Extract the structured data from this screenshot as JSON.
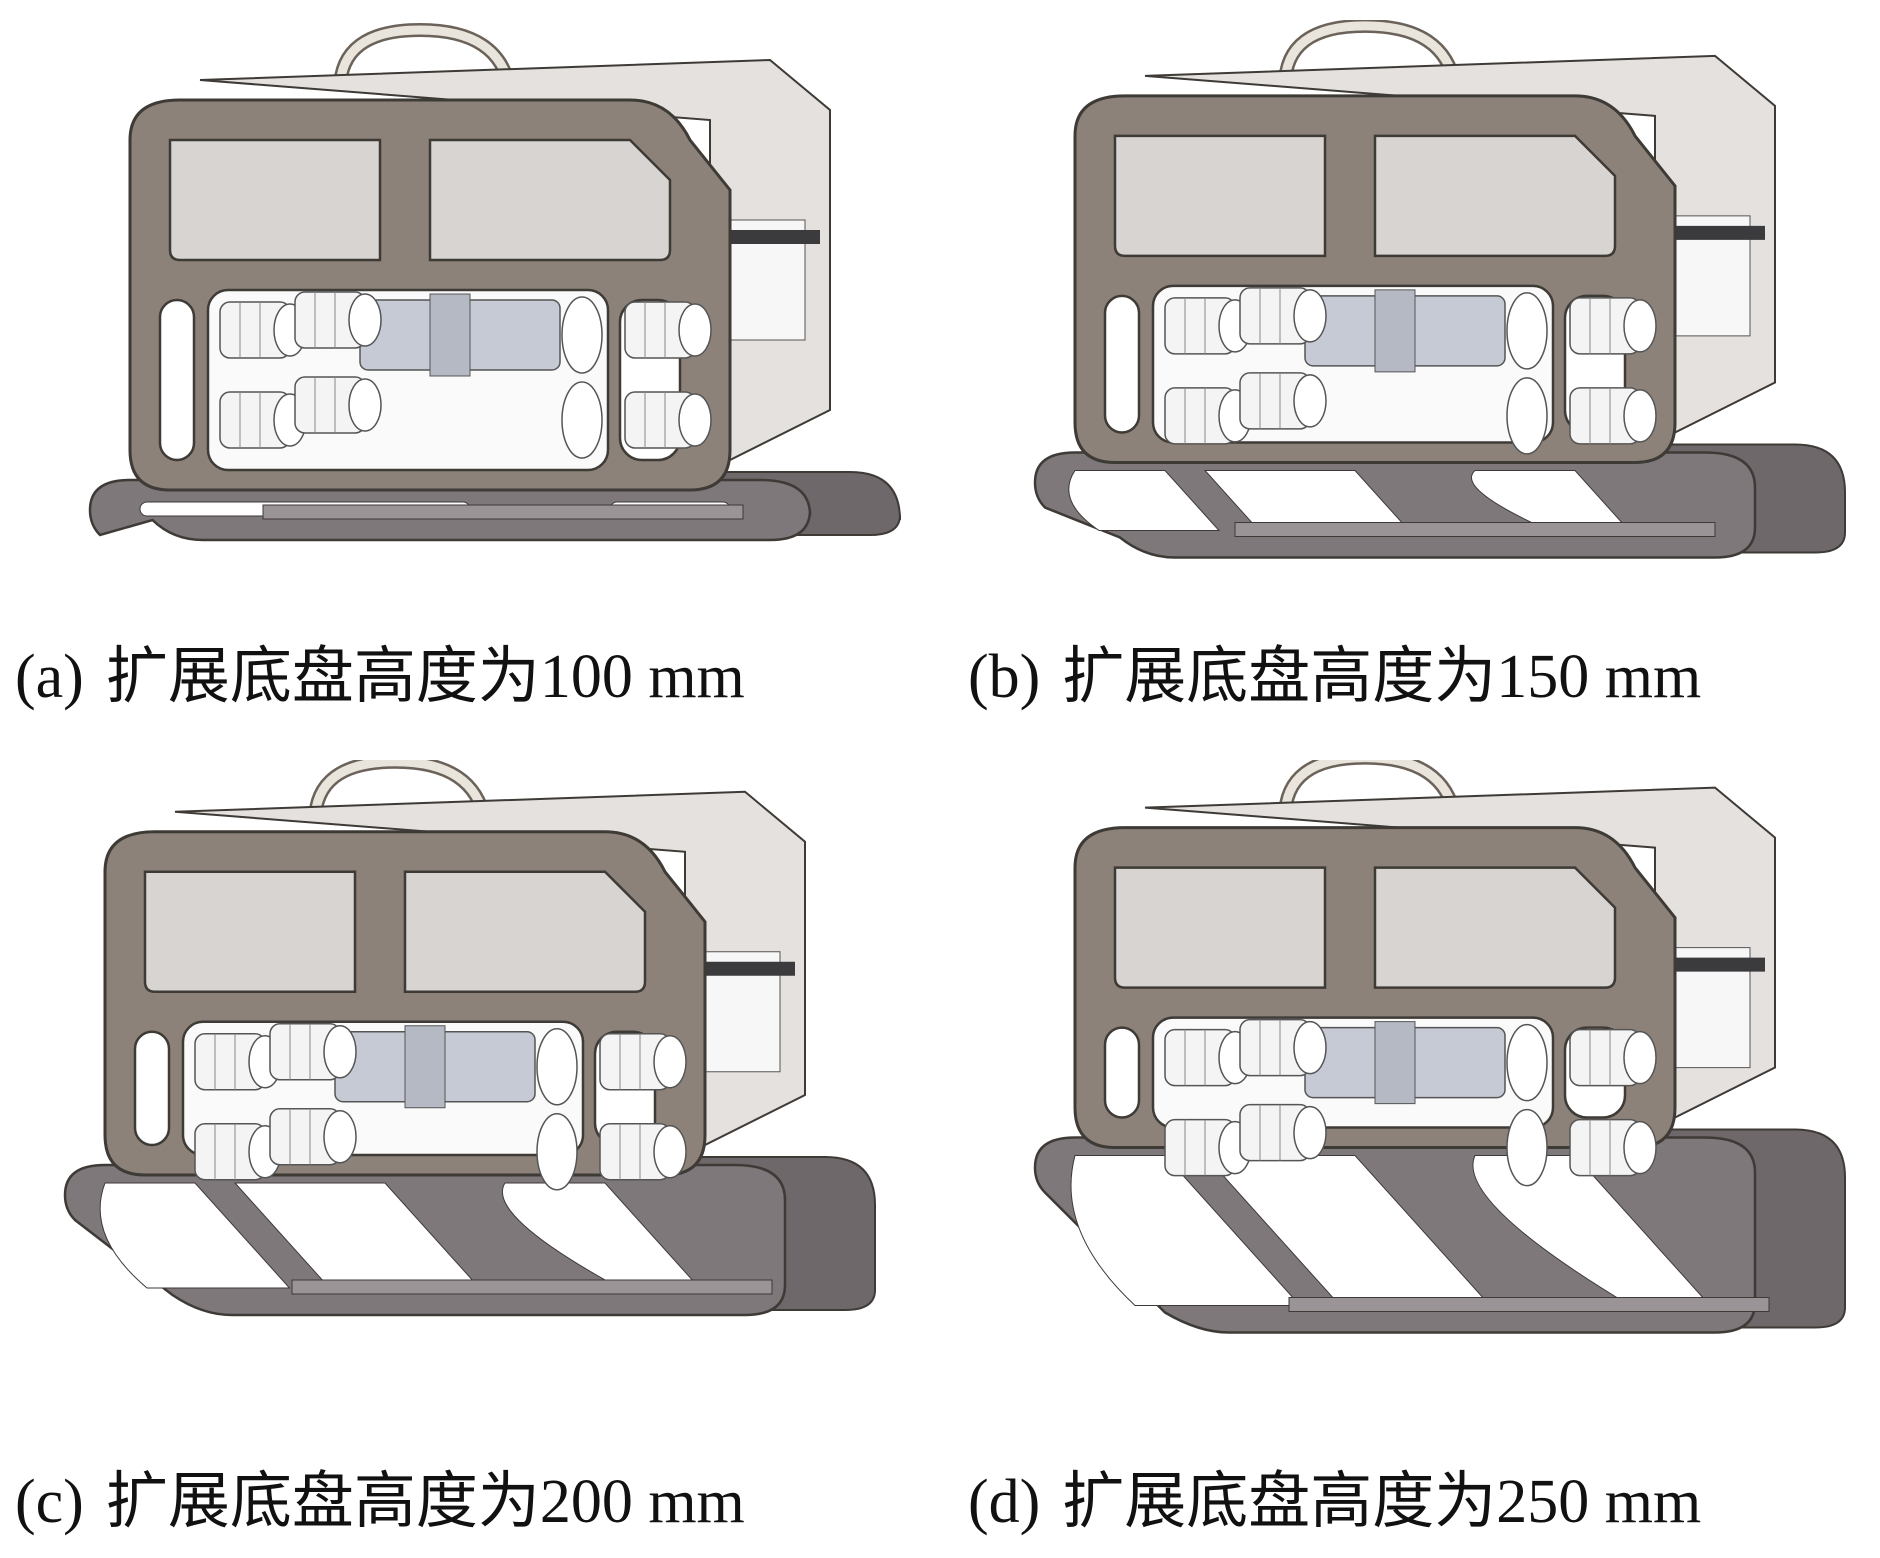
{
  "panels": [
    {
      "label": "(a)",
      "caption": "扩展底盘高度为100 mm",
      "base_height_mm": 100
    },
    {
      "label": "(b)",
      "caption": "扩展底盘高度为150 mm",
      "base_height_mm": 150
    },
    {
      "label": "(c)",
      "caption": "扩展底盘高度为200 mm",
      "base_height_mm": 200
    },
    {
      "label": "(d)",
      "caption": "扩展底盘高度为250 mm",
      "base_height_mm": 250
    }
  ],
  "colors": {
    "frame": "#8c8279",
    "frame_edge": "#3e3a36",
    "skid": "#7f787b",
    "window": "#d8d4d2",
    "thruster": "#f4f4f4",
    "cylinder": "#c6cad4"
  }
}
